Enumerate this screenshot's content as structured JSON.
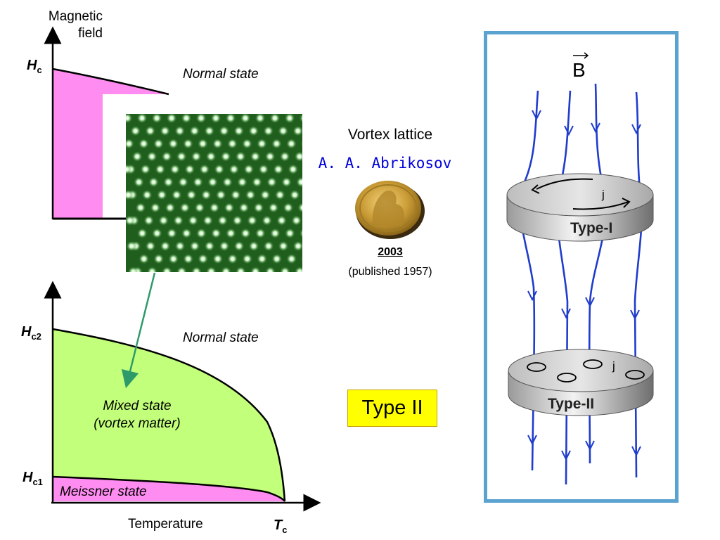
{
  "top_diagram": {
    "y_axis_label_line1": "Magnetic",
    "y_axis_label_line2": "field",
    "hc_label": "H",
    "hc_sub": "c",
    "normal_state": "Normal state"
  },
  "middle": {
    "vortex_lattice": "Vortex lattice",
    "author": "A. A. Abrikosov",
    "year": "2003",
    "published": "(published 1957)"
  },
  "bottom_diagram": {
    "hc2_label": "H",
    "hc2_sub": "c2",
    "hc1_label": "H",
    "hc1_sub": "c1",
    "normal_state": "Normal state",
    "mixed_state_line1": "Mixed state",
    "mixed_state_line2": "(vortex matter)",
    "meissner_state": "Meissner state",
    "x_axis_label": "Temperature",
    "tc_label": "T",
    "tc_sub": "c"
  },
  "type_ii_label": "Type II",
  "right_panel": {
    "b_label": "B",
    "type1_label": "Type-I",
    "type2_label": "Type-II",
    "j_label_top": "j",
    "j_label_bottom": "j"
  },
  "colors": {
    "meissner_pink": "#ff8cf0",
    "mixed_green": "#c2ff7a",
    "field_line_blue": "#1f3ccc",
    "frame_blue": "#5aa2d0",
    "arrow_green": "#2e9a6a",
    "type_ii_box": "#ffff00",
    "author_blue": "#0000dd"
  }
}
